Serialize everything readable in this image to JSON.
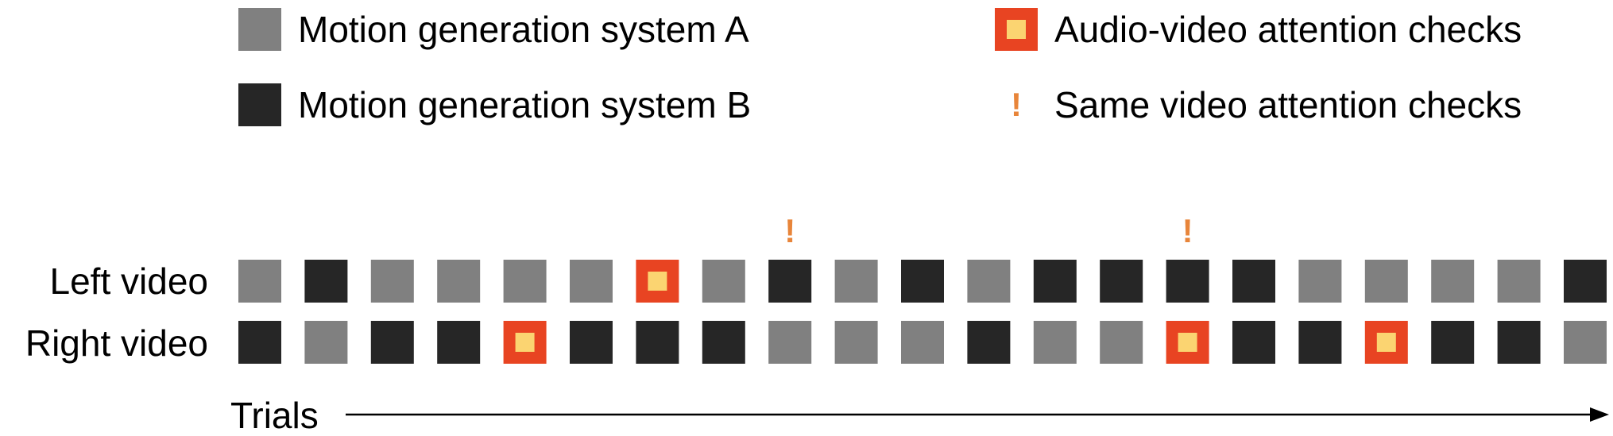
{
  "colors": {
    "system_a": "#808080",
    "system_b": "#262626",
    "check_outer": "#e84422",
    "check_inner": "#fbd471",
    "exclaim": "#e8853a",
    "text": "#000000"
  },
  "legend": {
    "system_a": "Motion generation system A",
    "system_b": "Motion generation system B",
    "audio_video_check": "Audio-video attention checks",
    "same_video_check": "Same video attention checks",
    "exclaim_glyph": "!"
  },
  "rows": {
    "left_label": "Left video",
    "right_label": "Right video"
  },
  "trials": {
    "label": "Trials",
    "left": [
      "A",
      "B",
      "A",
      "A",
      "A",
      "A",
      "AV",
      "A",
      "B",
      "A",
      "B",
      "A",
      "B",
      "B",
      "B",
      "B",
      "A",
      "A",
      "A",
      "A",
      "B"
    ],
    "right": [
      "B",
      "A",
      "B",
      "B",
      "AV",
      "B",
      "B",
      "B",
      "A",
      "A",
      "A",
      "B",
      "A",
      "A",
      "AV",
      "B",
      "B",
      "AV",
      "B",
      "B",
      "A"
    ],
    "same_video_check_trials": [
      9,
      15
    ]
  }
}
